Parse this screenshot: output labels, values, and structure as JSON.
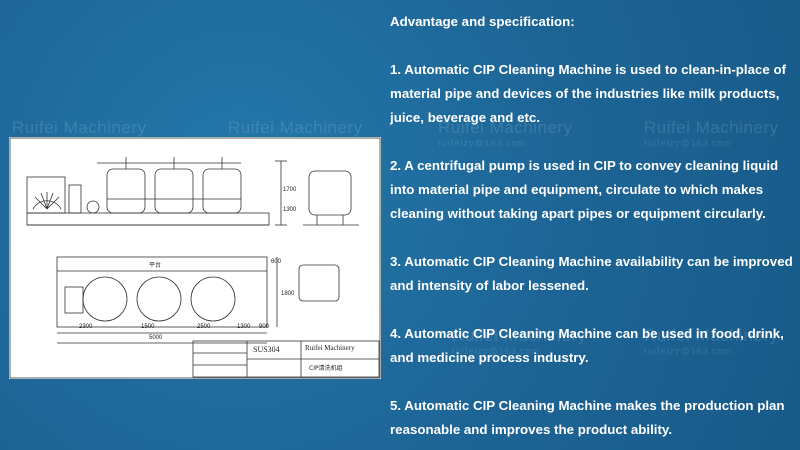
{
  "watermark": {
    "brand": "Ruifei Machinery",
    "email": "ruifeizy@163.com"
  },
  "panel": {
    "heading": "Advantage and specification:",
    "items": [
      "1. Automatic CIP Cleaning Machine is used to clean-in-place of material pipe and devices of the industries like milk products, juice, beverage and etc.",
      "2. A centrifugal pump is used in CIP to convey cleaning liquid into material pipe and equipment, circulate to which makes cleaning without taking apart pipes or equipment circularly.",
      "3. Automatic CIP Cleaning Machine availability can be improved and intensity of labor lessened.",
      "4. Automatic CIP Cleaning Machine can be used in food, drink, and medicine process industry.",
      "5. Automatic CIP Cleaning Machine makes the production plan reasonable and improves the product ability."
    ]
  },
  "drawing": {
    "title_block": {
      "material": "SUS304",
      "company": "Ruifei Machinery",
      "drawing_name": "CIP清洗机组"
    },
    "dimensions": [
      "2300",
      "1500",
      "2500",
      "5000",
      "1300",
      "900",
      "1700",
      "600",
      "1800",
      "1300"
    ],
    "plan_label": "平台"
  },
  "colors": {
    "background": "#1f6a9a",
    "text": "#ffffff",
    "drawing_bg": "#ffffff",
    "line": "#333333"
  }
}
